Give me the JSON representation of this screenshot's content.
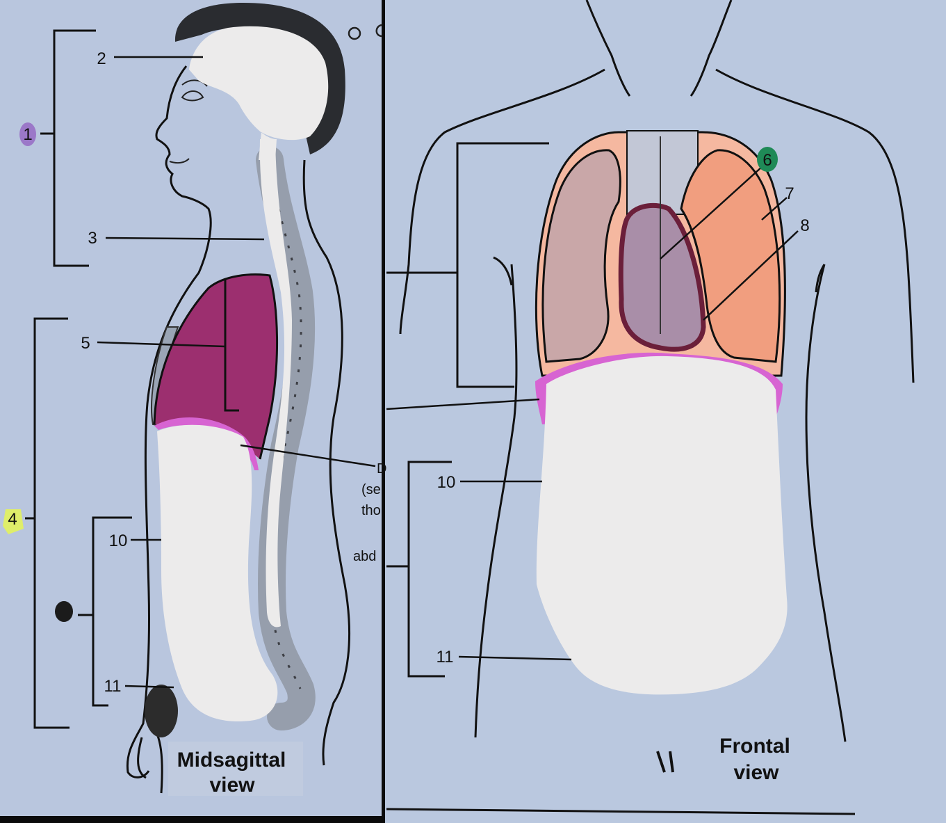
{
  "midsagittal": {
    "caption_line1": "Midsagittal",
    "caption_line2": "view",
    "labels": {
      "l1": "1",
      "l2": "2",
      "l3": "3",
      "l4": "4",
      "l5": "5",
      "l10": "10",
      "l11": "11"
    },
    "cut_text": {
      "d": "D",
      "se": "(se",
      "tho": "tho",
      "abd": "abd"
    }
  },
  "frontal": {
    "caption_line1": "Frontal",
    "caption_line2": "view",
    "labels": {
      "l6": "6",
      "l7": "7",
      "l8": "8",
      "l10": "10",
      "l11": "11"
    }
  },
  "colors": {
    "background": "#b8c6dc",
    "lung_outer": "#f5b8a0",
    "lung_left_fill": "#c9a7a8",
    "lung_right_fill": "#f19e7f",
    "heart_outline": "#6b1f3a",
    "heart_fill": "#a98ea8",
    "thoracic_cavity": "#9c2f6f",
    "diaphragm": "#d764d2",
    "cover_white": "#ecebeb",
    "label_purple": "#9b78c8",
    "label_yellow": "#dfee6a",
    "label_green": "#1f8a57",
    "label_black": "#1b1b1b"
  }
}
